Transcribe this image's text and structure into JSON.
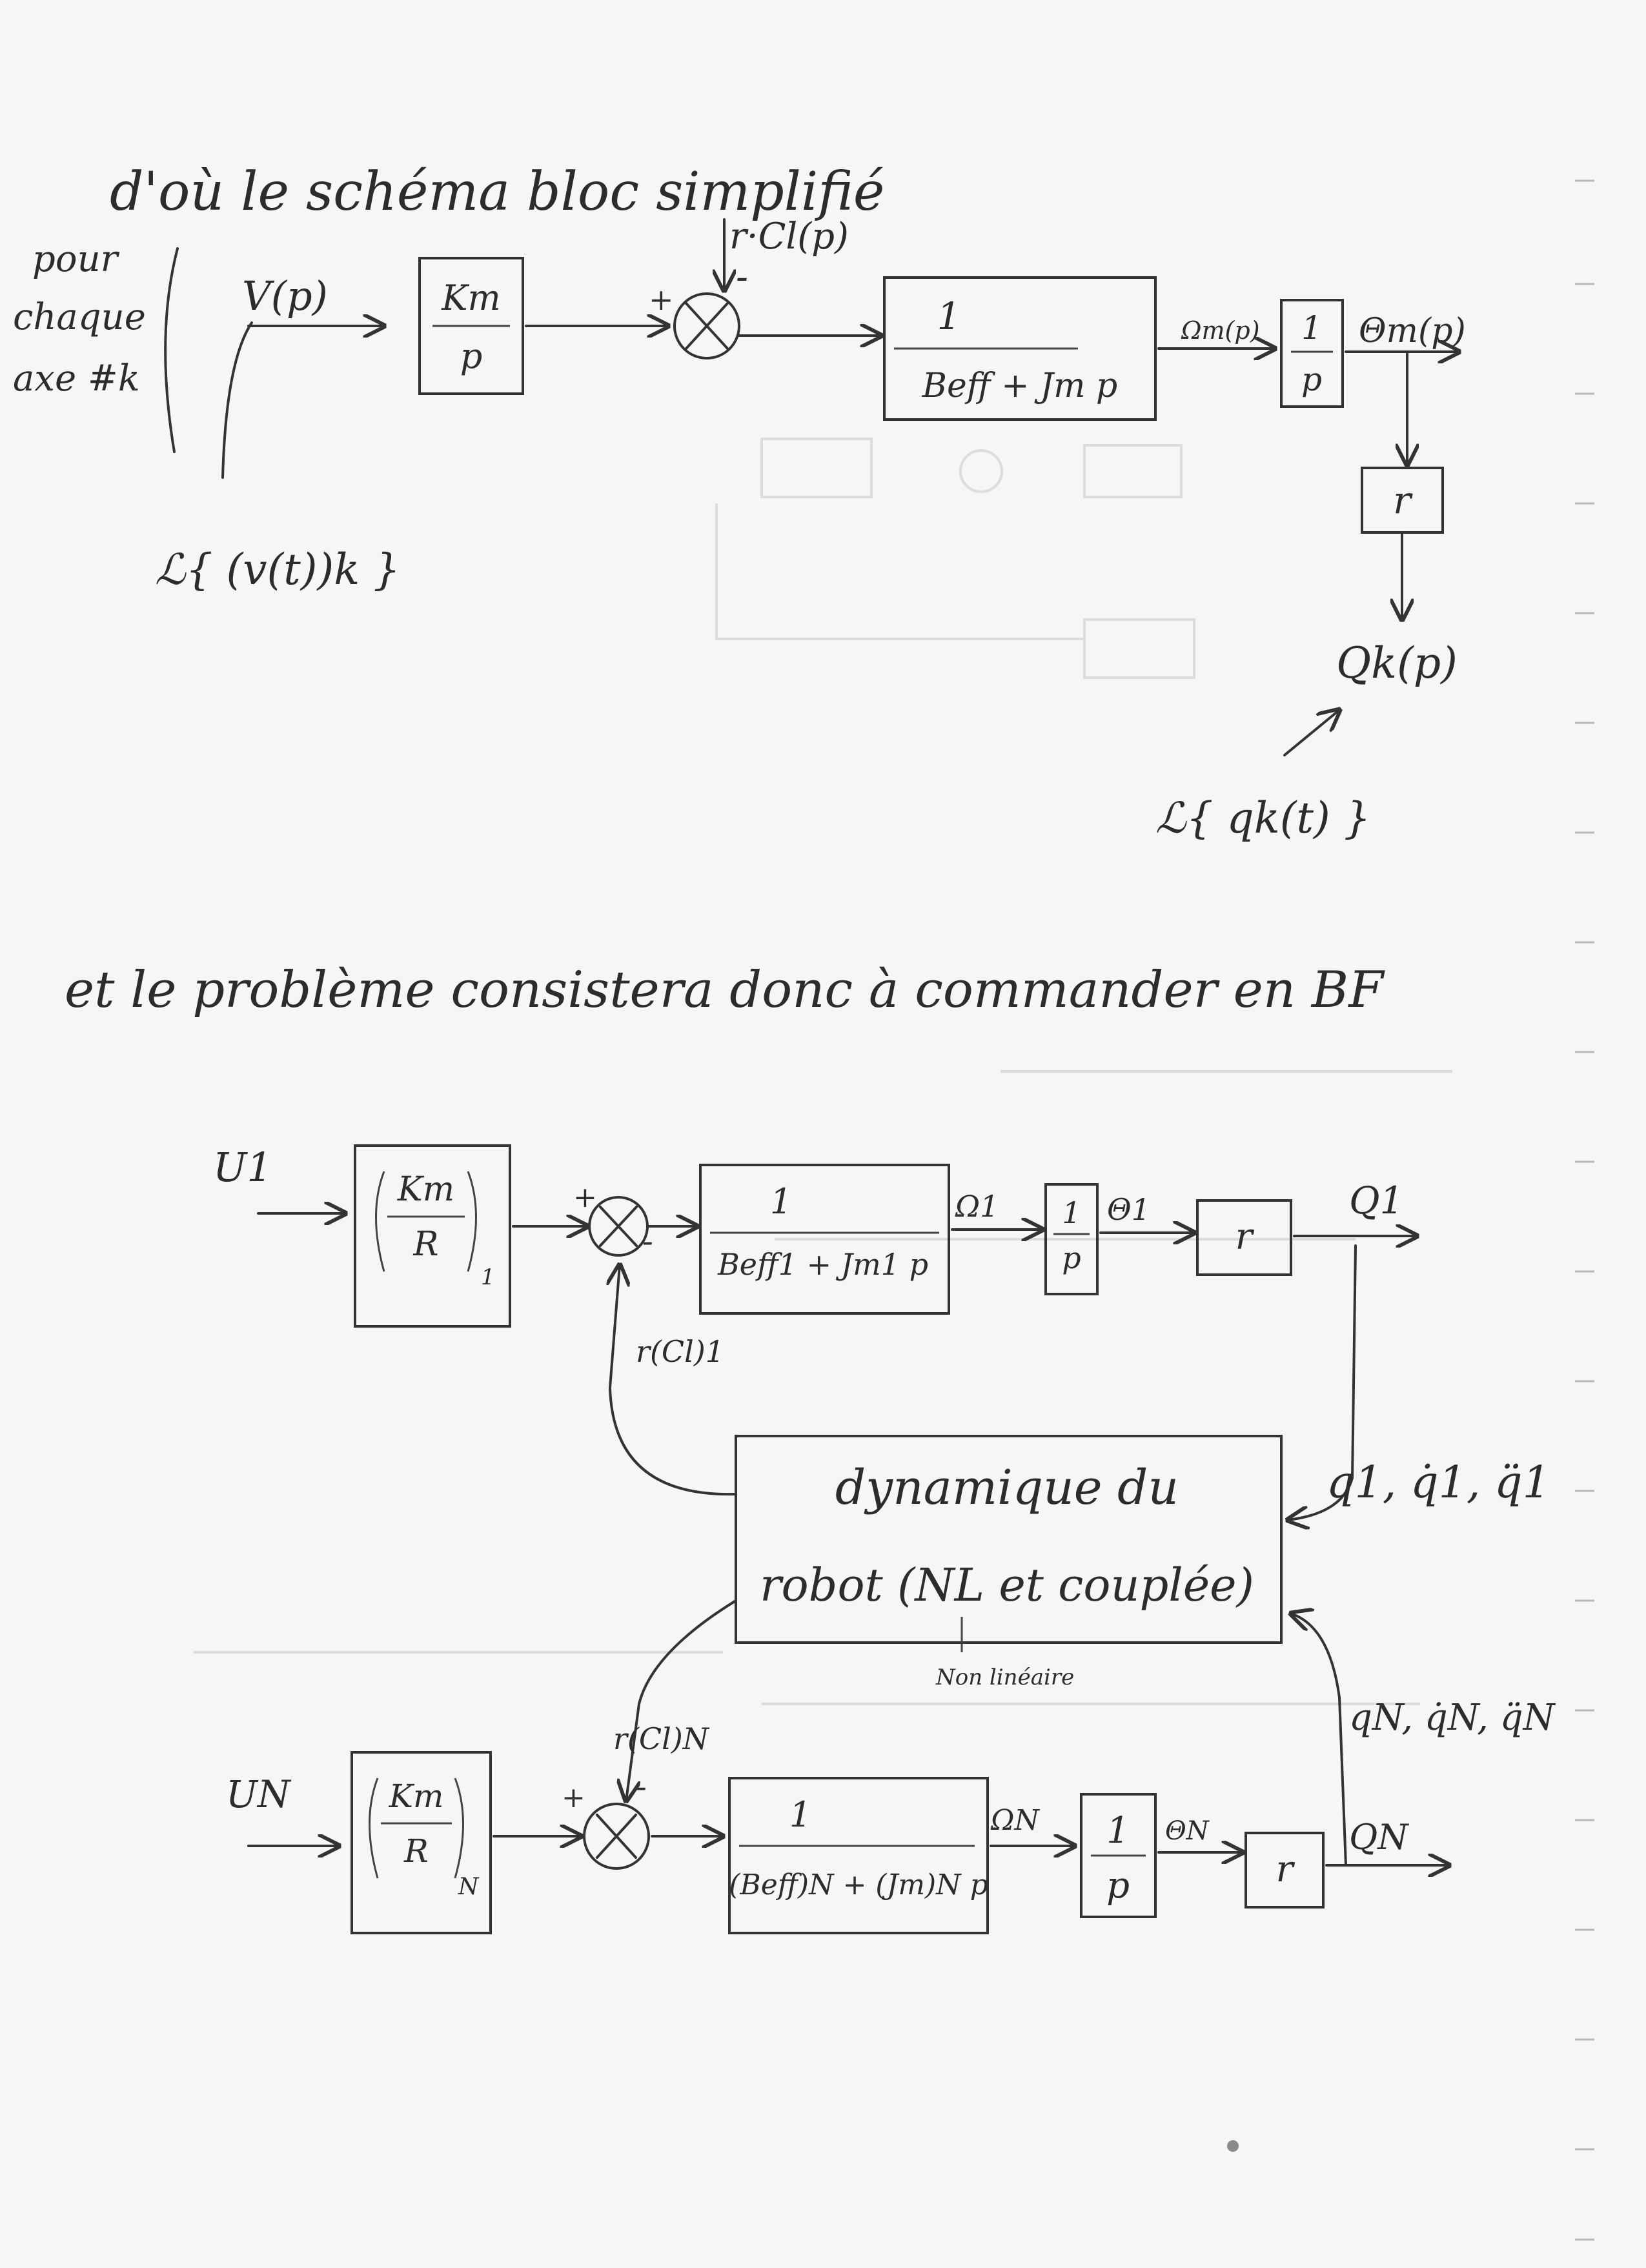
{
  "heading1": "d'où le schéma bloc simplifié",
  "diagram1": {
    "note": [
      "pour",
      "chaque",
      "axe #k"
    ],
    "input": "V(p)",
    "laplace_input": "ℒ{ (v(t))k }",
    "gain_num": "Km",
    "gain_den": "p",
    "disturbance": "r·Cl(p)",
    "plus": "+",
    "minus": "-",
    "tf_num": "1",
    "tf_den": "Beff + Jm p",
    "omega": "Ωm(p)",
    "integ_num": "1",
    "integ_den": "p",
    "theta": "Θm(p)",
    "ratio": "r",
    "output": "Qk(p)",
    "laplace_output": "ℒ{ qk(t) }"
  },
  "heading2": "et le problème consistera donc à commander en BF",
  "diagram2": {
    "axis1": {
      "input": "U1",
      "gain": "(Km/R)1",
      "gain_num": "Km",
      "gain_den": "R",
      "sub": "1",
      "tf_num": "1",
      "tf_den": "Beff1 + Jm1 p",
      "omega": "Ω1",
      "theta": "Θ1",
      "output": "Q1",
      "torque": "r(Cl)1"
    },
    "axisN": {
      "input": "UN",
      "gain_num": "Km",
      "gain_den": "R",
      "sub": "N",
      "tf_num": "1",
      "tf_den": "(Beff)N + (Jm)N p",
      "omega": "ΩN",
      "theta": "ΘN",
      "output": "QN",
      "torque": "r(Cl)N"
    },
    "integ_num": "1",
    "integ_den": "p",
    "ratio": "r",
    "plus": "+",
    "minus": "-",
    "dynamics_line1": "dynamique du",
    "dynamics_line2": "robot (NL et couplée)",
    "dynamics_note": "Non linéaire",
    "states1": "q1, q̇1, q̈1",
    "statesN": "qN, q̇N, q̈N"
  },
  "colors": {
    "ink": "#2c2c2c",
    "paper": "#f6f6f6",
    "ghost": "#d8d8d8"
  }
}
